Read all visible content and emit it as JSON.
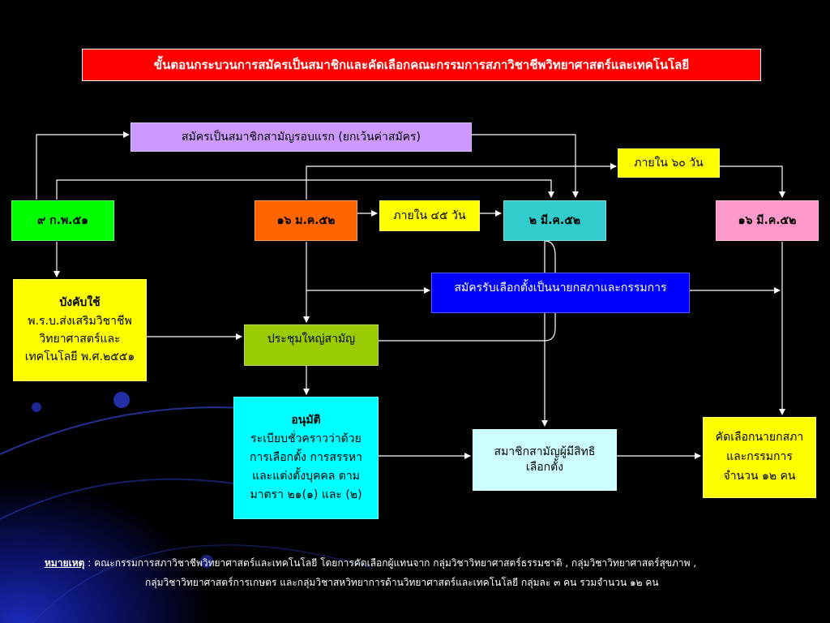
{
  "title": "ขั้นตอนกระบวนการสมัครเป็นสมาชิกและคัดเลือกคณะกรรมการสภาวิชาชีพวิทยาศาสตร์และเทคโนโลยี",
  "boxes": {
    "register_round1": "สมัครเป็นสมาชิกสามัญรอบแรก (ยกเว้นค่าสมัคร)",
    "within_60": "ภายใน ๖๐ วัน",
    "date_feb": "๙ ก.พ.๕๑",
    "date_jan": "๑๖ ม.ค.๕๒",
    "within_45": "ภายใน ๔๕ วัน",
    "date_mar2": "๒ มี.ค.๕๒",
    "date_mar16": "๑๖ มี.ค.๕๒",
    "enforce": {
      "heading": "บังคับใช้",
      "line1": "พ.ร.บ.ส่งเสริมวิชาชีพ",
      "line2": "วิทยาศาสตร์และ",
      "line3": "เทคโนโลยี พ.ศ.๒๕๕๑"
    },
    "apply_candidate": "สมัครรับเลือกตั้งเป็นนายกสภาและกรรมการ",
    "general_meeting": "ประชุมใหญ่สามัญ",
    "approve": {
      "heading": "อนุมัติ",
      "line1": "ระเบียบชั่วคราวว่าด้วย",
      "line2": "การเลือกตั้ง การสรรหา",
      "line3": "และแต่งตั้งบุคคล ตาม",
      "line4": "มาตรา ๒๑(๑) และ (๒)"
    },
    "eligible": {
      "line1": "สมาชิกสามัญผู้มีสิทธิ",
      "line2": "เลือกตั้ง"
    },
    "select": {
      "line1": "คัดเลือกนายกสภา",
      "line2": "และกรรมการ",
      "line3": "จำนวน ๑๒ คน"
    }
  },
  "note": {
    "label": "หมายเหตุ",
    "line1": ": คณะกรรมการสภาวิชาชีพวิทยาศาสตร์และเทคโนโลยี โดยการคัดเลือกผู้แทนจาก กลุ่มวิชาวิทยาศาสตร์ธรรมชาติ , กลุ่มวิชาวิทยาศาสตร์สุขภาพ ,",
    "line2": "กลุ่มวิชาวิทยาศาสตร์การเกษตร และกลุ่มวิชาสหวิทยาการด้านวิทยาศาสตร์และเทคโนโลยี กลุ่มละ ๓ คน รวมจำนวน ๑๒ คน"
  },
  "colors": {
    "title_bg": "#ff0000",
    "purple": "#cc99ff",
    "yellow": "#ffff00",
    "green": "#00ff00",
    "orange": "#ff6600",
    "teal": "#33cccc",
    "pink": "#ff99cc",
    "blue": "#0000ff",
    "olive": "#99cc00",
    "cyan": "#00ffff",
    "light_cyan": "#ccffff"
  }
}
